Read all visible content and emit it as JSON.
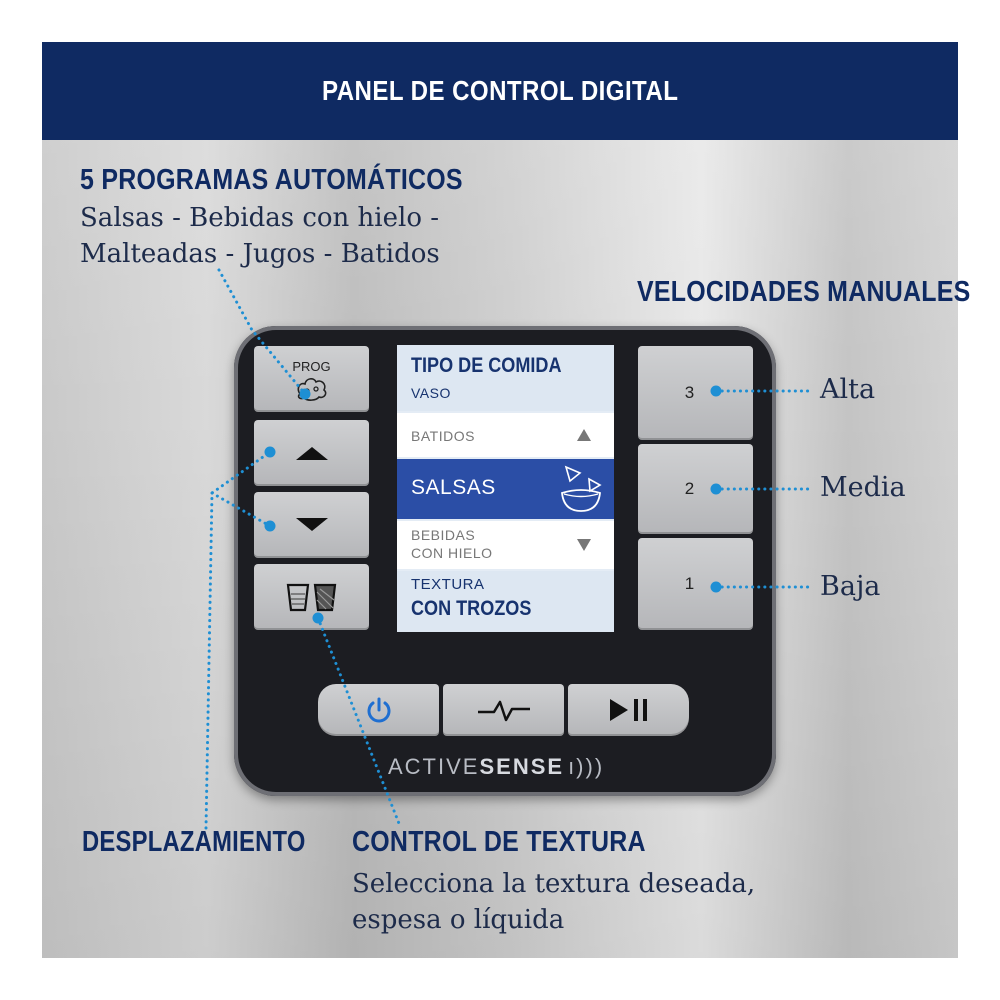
{
  "banner": {
    "title": "PANEL DE CONTROL DIGITAL"
  },
  "programs": {
    "heading": "5 PROGRAMAS AUTOMÁTICOS",
    "line1": "Salsas - Bebidas con hielo -",
    "line2": "Malteadas - Jugos - Batidos"
  },
  "manual_speeds": {
    "heading": "VELOCIDADES MANUALES",
    "items": [
      {
        "key": "3",
        "label": "Alta"
      },
      {
        "key": "2",
        "label": "Media"
      },
      {
        "key": "1",
        "label": "Baja"
      }
    ]
  },
  "scroll": {
    "heading": "DESPLAZAMIENTO"
  },
  "texture": {
    "heading": "CONTROL DE TEXTURA",
    "line1": "Selecciona la textura deseada,",
    "line2": "espesa o líquida"
  },
  "panel": {
    "prog_label": "PROG",
    "screen": {
      "header_title": "TIPO DE COMIDA",
      "header_sub": "VASO",
      "option_above": "BATIDOS",
      "option_selected": "SALSAS",
      "option_below_1": "BEBIDAS",
      "option_below_2": "CON HIELO",
      "footer_title": "TEXTURA",
      "footer_value": "CON TROZOS"
    },
    "brand_light": "ACTIVE",
    "brand_bold": "SENSE",
    "brand_waves": "ı)))"
  },
  "colors": {
    "navy": "#0f2a62",
    "accent_blue": "#1e8fd4",
    "selected_row": "#2b4ea6",
    "panel_body": "#1c1d22",
    "power_icon": "#1f6fd1"
  }
}
